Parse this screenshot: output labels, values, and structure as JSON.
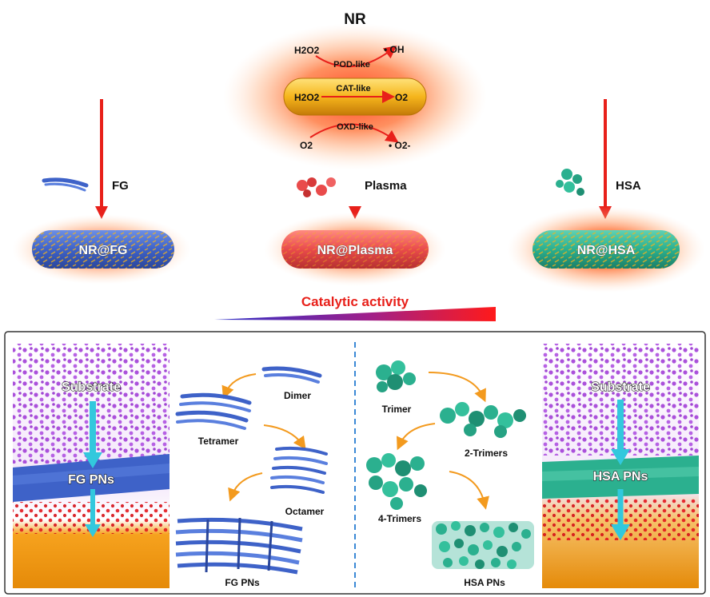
{
  "top": {
    "title": "NR",
    "reactions": {
      "pod": {
        "left": "H2O2",
        "label": "POD-like",
        "right": "• OH"
      },
      "cat": {
        "left": "H2O2",
        "label": "CAT-like",
        "right": "O2"
      },
      "oxd": {
        "left": "O2",
        "label": "OXD-like",
        "right": "• O2-"
      }
    },
    "branches": [
      {
        "protein": "FG",
        "product": "NR@FG"
      },
      {
        "protein": "Plasma",
        "product": "NR@Plasma"
      },
      {
        "protein": "HSA",
        "product": "NR@HSA"
      }
    ],
    "gradient_label": "Catalytic activity"
  },
  "bottom": {
    "left_panel": {
      "substrate": "Substrate",
      "layer": "FG PNs"
    },
    "right_panel": {
      "substrate": "Substrate",
      "layer": "HSA PNs"
    },
    "fg_assembly": [
      "Dimer",
      "Tetramer",
      "Octamer",
      "FG PNs"
    ],
    "hsa_assembly": [
      "Trimer",
      "2-Trimers",
      "4-Trimers",
      "HSA PNs"
    ]
  },
  "colors": {
    "arrow_red": "#e8201a",
    "rod_gold": "#f3b21b",
    "glow_orange": "#ff6a2a",
    "fg_blue": "#3e62c8",
    "hsa_teal": "#2bb08f",
    "plasma_red": "#e94b4b",
    "substrate_purple": "#a748d9",
    "dot_red": "#e3171e",
    "cyan_arrow": "#32c8dd"
  }
}
